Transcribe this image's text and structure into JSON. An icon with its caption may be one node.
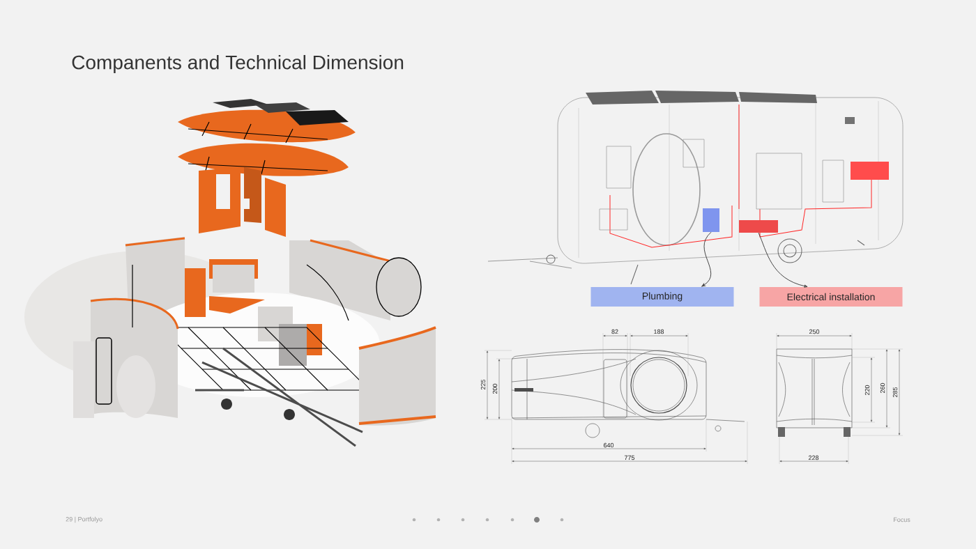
{
  "diagram": {
    "title": "Companents and Technical Dimension",
    "nodes": [
      {
        "text": [
          "Plumbing"
        ]
      },
      {
        "text": [
          "Electrical installation"
        ]
      },
      {
        "text": [],
        "shape": "box"
      },
      {
        "text": [],
        "shape": "box"
      }
    ],
    "edges": [
      {
        "from": 2,
        "to": 0,
        "arrow": "to"
      },
      {
        "from": 3,
        "to": 1,
        "arrow": "to"
      }
    ],
    "labels": [
      "82",
      "188",
      "250",
      "225",
      "200",
      "220",
      "260",
      "285",
      "640",
      "775",
      "228",
      "29 | Portfolyo",
      "Focus"
    ]
  }
}
